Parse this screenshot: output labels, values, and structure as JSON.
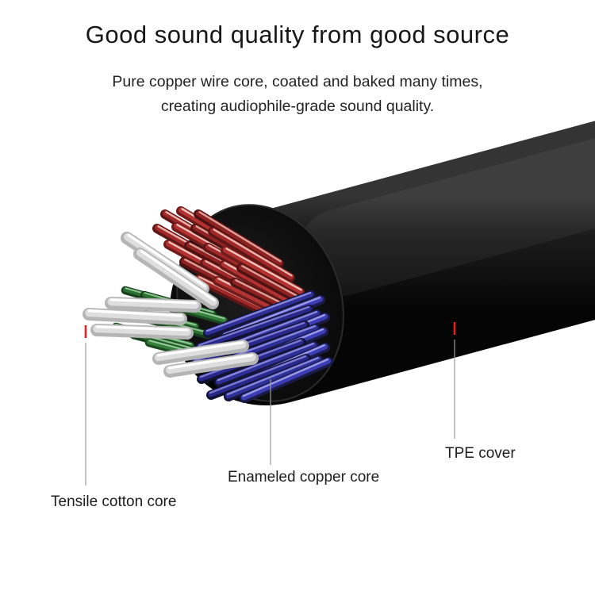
{
  "header": {
    "title": "Good sound quality from good source",
    "subtitle_line1": "Pure copper wire core, coated and baked many times,",
    "subtitle_line2": "creating audiophile-grade sound quality."
  },
  "annotations": {
    "cotton_label": "Tensile cotton core",
    "copper_label": "Enameled copper core",
    "tpe_label": "TPE cover"
  },
  "colors": {
    "background": "#ffffff",
    "cable_black": "#141414",
    "copper_red": "#a22a2a",
    "copper_blue": "#3434a8",
    "fiber_green": "#2f7d36",
    "cotton_white": "#e9e9e9",
    "tick_red": "#e42222",
    "leader_gray": "#9b9b9b"
  }
}
